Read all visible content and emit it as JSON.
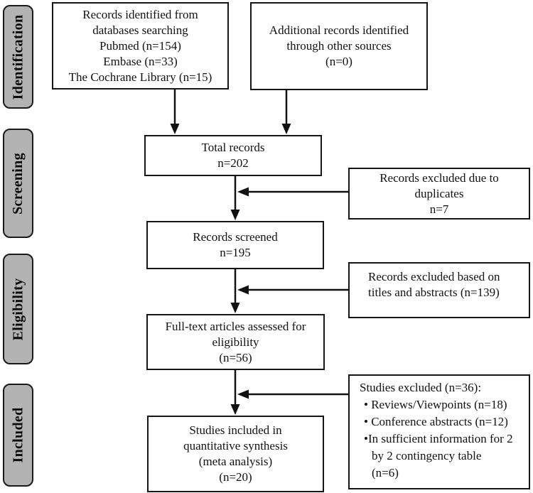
{
  "stages": [
    {
      "label": "Identification"
    },
    {
      "label": "Screening"
    },
    {
      "label": "Eligibility"
    },
    {
      "label": "Included"
    }
  ],
  "boxes": {
    "databases": {
      "lines": [
        "Records identified from",
        "databases searching",
        "Pubmed (n=154)",
        "Embase (n=33)",
        "The Cochrane Library (n=15)"
      ]
    },
    "other_sources": {
      "lines": [
        "Additional records identified",
        "through other sources",
        "(n=0)"
      ]
    },
    "total": {
      "lines": [
        "Total records",
        "n=202"
      ]
    },
    "duplicates": {
      "lines": [
        "Records excluded due to",
        "duplicates",
        "n=7"
      ]
    },
    "screened": {
      "lines": [
        "Records screened",
        "n=195"
      ]
    },
    "titles_abstracts": {
      "lines": [
        "Records excluded based on",
        "titles and abstracts (n=139)"
      ]
    },
    "fulltext": {
      "lines": [
        "Full-text articles assessed for",
        "eligibility",
        "(n=56)"
      ]
    },
    "excluded": {
      "lines": [
        "Studies excluded (n=36):",
        "• Reviews/Viewpoints (n=18)",
        "• Conference abstracts (n=12)",
        "•In sufficient information for 2",
        "by 2 contingency table",
        "(n=6)"
      ]
    },
    "included": {
      "lines": [
        "Studies included in",
        "quantitative synthesis",
        "(meta analysis)",
        "(n=20)"
      ]
    }
  },
  "colors": {
    "stage_fill": "#b3b3b3",
    "stroke": "#111111",
    "background": "#ffffff"
  }
}
